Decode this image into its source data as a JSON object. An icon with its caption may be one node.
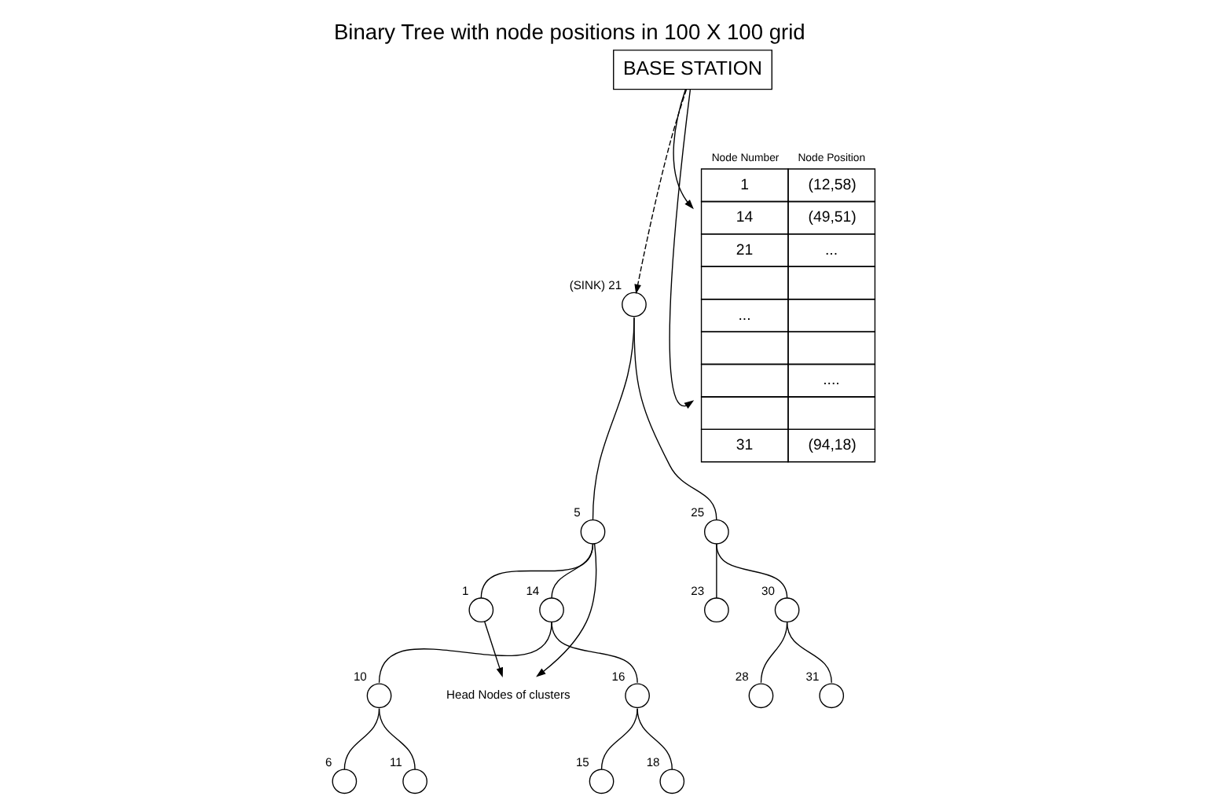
{
  "diagram": {
    "title": "Binary Tree with node positions in 100 X 100 grid",
    "nodes": [
      {
        "text": [
          "BASE STATION"
        ]
      },
      {
        "text": [],
        "shape": "circle",
        "beside": [
          "(SINK)",
          "21"
        ]
      },
      {
        "text": [],
        "shape": "circle",
        "beside": [
          "5"
        ]
      },
      {
        "text": [],
        "shape": "circle",
        "beside": [
          "25"
        ]
      },
      {
        "text": [],
        "shape": "circle",
        "beside": [
          "1"
        ]
      },
      {
        "text": [],
        "shape": "circle",
        "beside": [
          "14"
        ]
      },
      {
        "text": [],
        "shape": "circle",
        "beside": [
          "23"
        ]
      },
      {
        "text": [],
        "shape": "circle",
        "beside": [
          "30"
        ]
      },
      {
        "text": [],
        "shape": "circle",
        "beside": [
          "10"
        ]
      },
      {
        "text": [],
        "shape": "circle",
        "beside": [
          "16"
        ]
      },
      {
        "text": [],
        "shape": "circle",
        "beside": [
          "28"
        ]
      },
      {
        "text": [],
        "shape": "circle",
        "beside": [
          "31"
        ]
      },
      {
        "text": [],
        "shape": "circle",
        "beside": [
          "6"
        ]
      },
      {
        "text": [],
        "shape": "circle",
        "beside": [
          "11"
        ]
      },
      {
        "text": [],
        "shape": "circle",
        "beside": [
          "15"
        ]
      },
      {
        "text": [],
        "shape": "circle",
        "beside": [
          "18"
        ]
      },
      {
        "text": [
          "Head Nodes of clusters"
        ]
      },
      {
        "text": [
          "Node Number",
          "Node Position",
          "1",
          "(12,58)",
          "14",
          "(49,51)",
          "21",
          "...",
          "...",
          "....",
          "31",
          "(94,18)"
        ]
      }
    ],
    "edges": [
      {
        "from": 0,
        "to": 1,
        "arrow": "to",
        "style": "dashed"
      },
      {
        "from": 1,
        "to": 2,
        "arrow": "none"
      },
      {
        "from": 1,
        "to": 3,
        "arrow": "none"
      },
      {
        "from": 2,
        "to": 4,
        "arrow": "none"
      },
      {
        "from": 2,
        "to": 5,
        "arrow": "none"
      },
      {
        "from": 3,
        "to": 6,
        "arrow": "none"
      },
      {
        "from": 3,
        "to": 7,
        "arrow": "none"
      },
      {
        "from": 5,
        "to": 8,
        "arrow": "none"
      },
      {
        "from": 5,
        "to": 9,
        "arrow": "none"
      },
      {
        "from": 7,
        "to": 10,
        "arrow": "none"
      },
      {
        "from": 7,
        "to": 11,
        "arrow": "none"
      },
      {
        "from": 8,
        "to": 12,
        "arrow": "none"
      },
      {
        "from": 8,
        "to": 13,
        "arrow": "none"
      },
      {
        "from": 9,
        "to": 14,
        "arrow": "none"
      },
      {
        "from": 9,
        "to": 15,
        "arrow": "none"
      },
      {
        "from": 2,
        "to": 16,
        "arrow": "to"
      },
      {
        "from": 4,
        "to": 16,
        "arrow": "to"
      },
      {
        "from": 0,
        "to": 17,
        "arrow": "to"
      },
      {
        "from": 0,
        "to": 17,
        "arrow": "to"
      }
    ]
  }
}
